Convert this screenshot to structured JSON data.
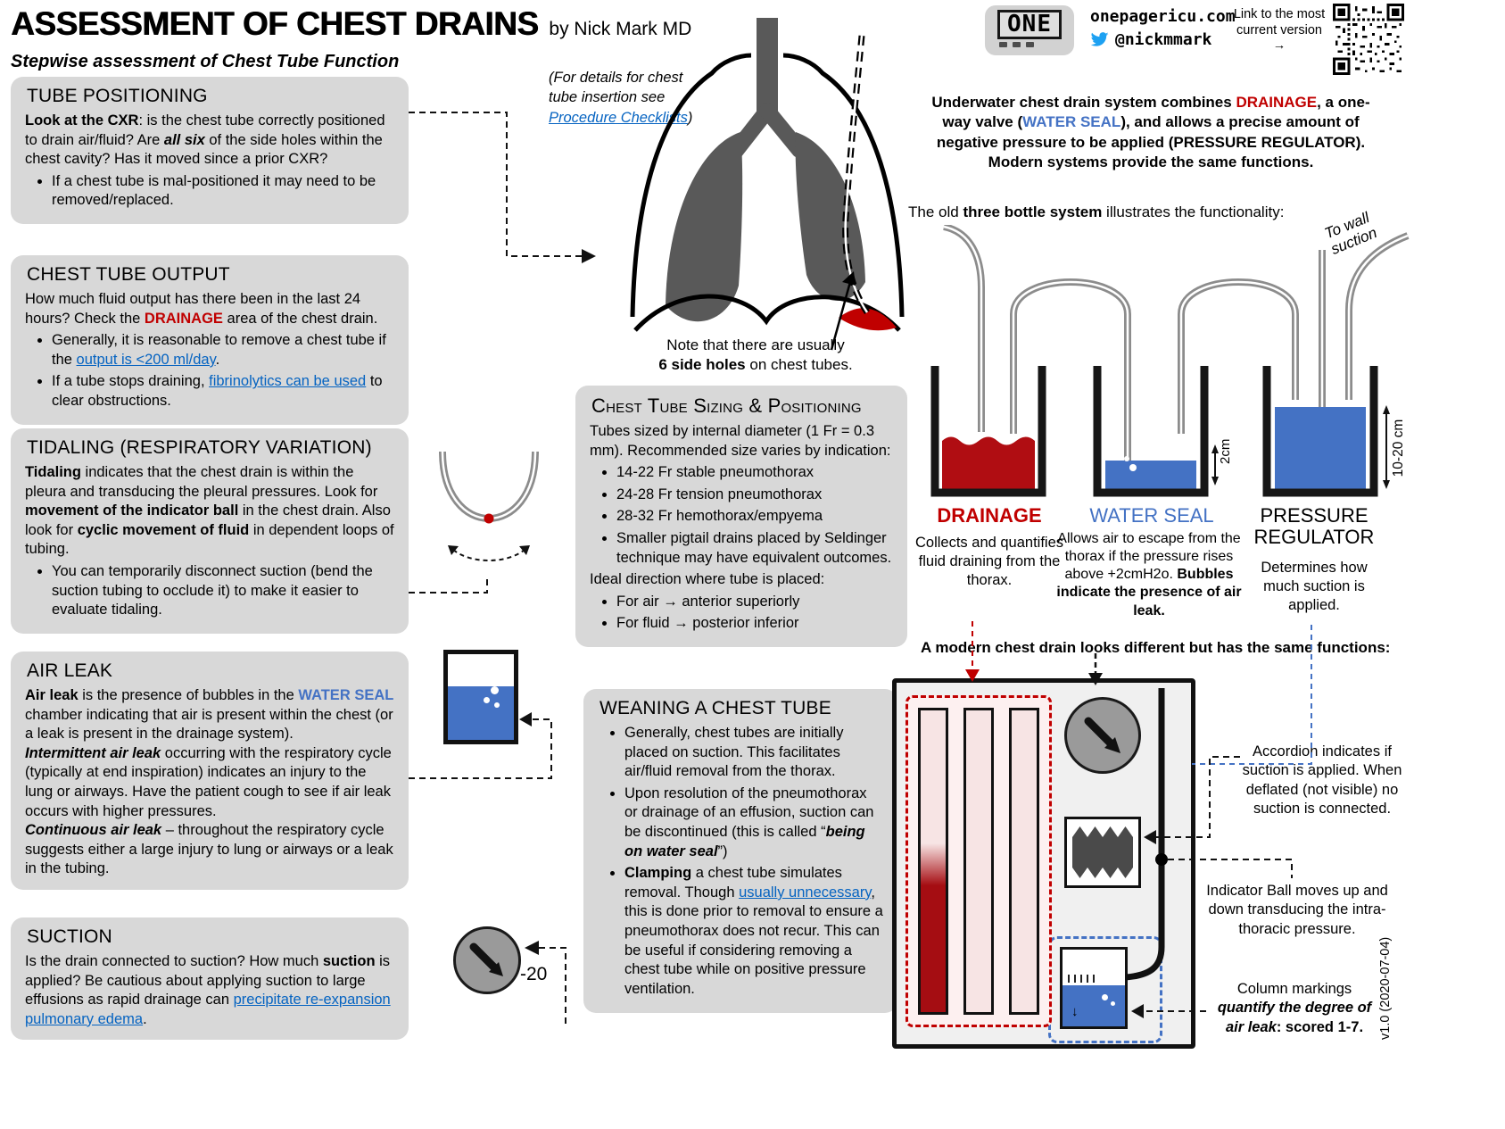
{
  "header": {
    "title": "ASSESSMENT OF CHEST DRAINS",
    "byline": "by Nick Mark MD",
    "subtitle": "Stepwise assessment of Chest Tube Function",
    "logo_text": "ONE",
    "site": "onepagericu.com",
    "twitter_handle": "@nickmmark",
    "link_note": "Link to the most current version →"
  },
  "sections": {
    "tube_positioning": {
      "title": "TUBE POSITIONING",
      "p1b": "Look at the CXR",
      "p2": ": is the chest tube correctly positioned to drain air/fluid? Are ",
      "p3bi": "all six",
      "p4": " of the side holes within the chest cavity? Has it moved since a prior CXR?",
      "bullet1": "If a chest tube is mal-positioned it may need to be removed/replaced."
    },
    "output": {
      "title": "CHEST TUBE OUTPUT",
      "p1": "How much fluid output has there been in the last 24 hours? Check the ",
      "p2red": "DRAINAGE",
      "p3": " area of the chest drain.",
      "b1pre": "Generally, it is reasonable to remove a chest tube if the ",
      "b1link": "output is <200 ml/day",
      "b1post": ".",
      "b2pre": "If a tube stops draining, ",
      "b2link": "fibrinolytics can be used",
      "b2post": " to clear obstructions."
    },
    "tidaling": {
      "title": "TIDALING (RESPIRATORY VARIATION)",
      "p1b": "Tidaling",
      "p2": " indicates that the chest drain is within the pleura and transducing the pleural pressures.  Look for ",
      "p3b": "movement of the indicator ball",
      "p4": " in the chest drain. Also look for ",
      "p5b": "cyclic movement of fluid",
      "p6": " in dependent loops of tubing.",
      "bullet1": "You can temporarily disconnect suction (bend the suction tubing to occlude it) to make it easier to evaluate tidaling."
    },
    "air_leak": {
      "title": "AIR LEAK",
      "p1b": "Air leak",
      "p2": " is the presence of bubbles in the ",
      "p3blue": "WATER SEAL",
      "p4": " chamber indicating that air is present within the chest (or a leak is present in the drainage system).",
      "p5bi": "Intermittent air leak",
      "p6": " occurring with the respiratory cycle (typically at end inspiration) indicates an injury to the lung or airways. Have the patient cough to see if air leak occurs with higher pressures.",
      "p7bi": "Continuous air leak",
      "p8": " – throughout the respiratory cycle suggests either a large injury to lung or airways or a leak in the tubing."
    },
    "suction": {
      "title": "SUCTION",
      "p1": "Is the drain connected to suction? How much ",
      "p2b": "suction",
      "p3": " is applied?  Be cautious about applying suction to large effusions as rapid drainage can ",
      "p4link": "precipitate re-expansion pulmonary edema",
      "p5": "."
    }
  },
  "middle": {
    "insertion_note_pre": "(For details for chest tube insertion see ",
    "insertion_note_link": "Procedure Checklists",
    "insertion_note_post": ")",
    "side_holes_line1": "Note that there are usually",
    "side_holes_bold": "6 side holes",
    "side_holes_post": " on chest tubes.",
    "sizing": {
      "title": "Chest Tube Sizing & Positioning",
      "intro": "Tubes sized by internal diameter (1 Fr = 0.3 mm). Recommended size varies by indication:",
      "bullets": [
        "14-22 Fr stable pneumothorax",
        "24-28 Fr tension pneumothorax",
        "28-32 Fr hemothorax/empyema",
        "Smaller pigtail drains placed by Seldinger technique may have equivalent outcomes."
      ],
      "direction_intro": "Ideal direction where tube is placed:",
      "direction_bullets": [
        "For air → anterior superiorly",
        "For fluid → posterior inferior"
      ]
    },
    "weaning": {
      "title": "WEANING A CHEST TUBE",
      "b1": "Generally, chest tubes are initially placed on suction. This facilitates air/fluid removal from the thorax.",
      "b2pre": "Upon resolution of the pneumothorax or drainage of an effusion, suction can be discontinued (this is called “",
      "b2bi": "being on water seal",
      "b2post": "”)",
      "b3b": "Clamping",
      "b3t1": " a chest tube simulates removal. Though ",
      "b3link": "usually unnecessary",
      "b3t2": ", this is done prior to removal to ensure a pneumothorax does not recur. This can be useful if considering removing a chest tube while on positive pressure ventilation."
    }
  },
  "right": {
    "intro_p1": "Underwater chest drain system combines ",
    "intro_red": "DRAINAGE",
    "intro_p2": ", a one-way valve (",
    "intro_blue": "WATER SEAL",
    "intro_p3": "), and allows a precise amount of negative pressure to be applied (PRESSURE REGULATOR). Modern systems provide the same functions.",
    "three_bottle_pre": "The old ",
    "three_bottle_bold": "three bottle system",
    "three_bottle_post": " illustrates the functionality:",
    "to_wall_suction": "To wall suction",
    "bottles": {
      "drainage_label": "DRAINAGE",
      "drainage_desc": "Collects and quantifies fluid draining from the thorax.",
      "water_seal_label": "WATER SEAL",
      "water_seal_desc_pre": "Allows air to escape from the thorax if the pressure rises above +2cmH2o. ",
      "water_seal_desc_bold": "Bubbles indicate the presence of air leak.",
      "pressure_label": "PRESSURE REGULATOR",
      "pressure_desc": "Determines how much suction is applied.",
      "measure_small": "2cm",
      "measure_large": "10-20 cm"
    },
    "modern_line": "A modern chest drain looks different but has the same functions:",
    "annotations": {
      "accordion": "Accordion indicates if suction is applied. When deflated (not visible) no suction is connected.",
      "indicator_ball": "Indicator Ball moves up and down transducing the intra-thoracic pressure.",
      "markings_pre": "Column markings ",
      "markings_bi": "quantify the degree of air leak",
      "markings_post": ": scored 1-7."
    },
    "version": "v1.0 (2020-07-04)"
  },
  "dial": {
    "label": "-20"
  }
}
